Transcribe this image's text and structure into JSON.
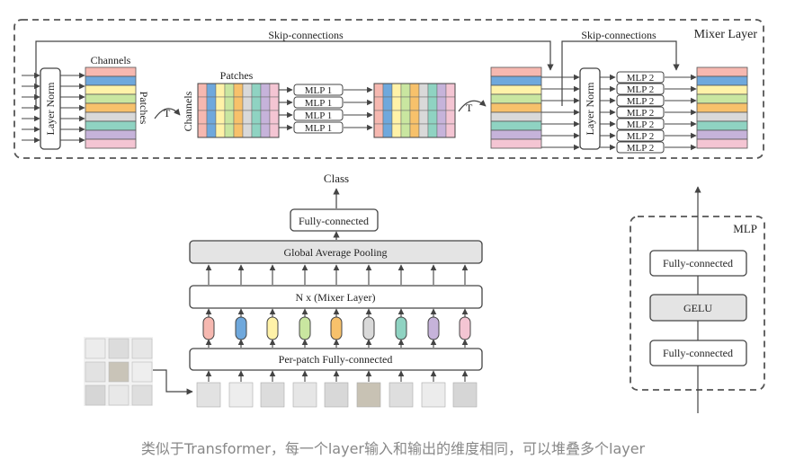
{
  "mixer_layer": {
    "title": "Mixer Layer",
    "skip_label_1": "Skip-connections",
    "skip_label_2": "Skip-connections",
    "layer_norm_1": "Layer Norm",
    "layer_norm_2": "Layer Norm",
    "channels_label": "Channels",
    "patches_label_vertical": "Patches",
    "patches_label": "Patches",
    "channels_label_vertical": "Channels",
    "transpose_1": "T",
    "transpose_2": "T",
    "mlp1_label": "MLP 1",
    "mlp2_label": "MLP 2"
  },
  "main_arch": {
    "class_label": "Class",
    "fully_connected": "Fully-connected",
    "global_pool": "Global Average Pooling",
    "mixer_stack": "N x (Mixer Layer)",
    "per_patch": "Per-patch Fully-connected"
  },
  "mlp_block": {
    "title": "MLP",
    "fc_top": "Fully-connected",
    "gelu": "GELU",
    "fc_bottom": "Fully-connected"
  },
  "colors": {
    "stripes": [
      "#f6b8b0",
      "#6fa8dc",
      "#fff2a8",
      "#c9e6a0",
      "#f7c16b",
      "#d9d9d9",
      "#8fd3c2",
      "#c6b3da",
      "#f4c5d3"
    ],
    "token_colors": [
      "#f6b8b0",
      "#6fa8dc",
      "#fff2a8",
      "#c9e6a0",
      "#f7c16b",
      "#d9d9d9",
      "#8fd3c2",
      "#c6b3da",
      "#f4c5d3"
    ],
    "box_gray": "#e4e4e4"
  },
  "caption": "类似于Transformer，每一个layer输入和输出的维度相同，可以堆叠多个layer"
}
